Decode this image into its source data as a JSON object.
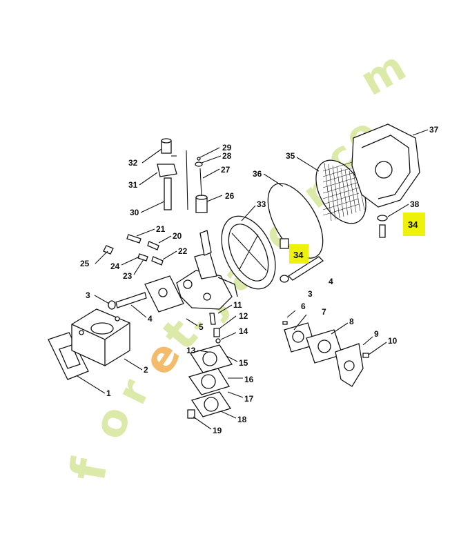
{
  "watermark": {
    "text_letters": [
      "f",
      "o",
      "r",
      "e",
      "t",
      "-",
      "j",
      "a",
      "r",
      "d",
      "i",
      "n",
      ".",
      "c",
      "o",
      "m"
    ],
    "color": "#d9e8a0",
    "accent_color": "#f2b45a"
  },
  "highlight_color": "#eef20a",
  "highlights": [
    "34",
    "34"
  ],
  "parts": [
    "1",
    "2",
    "3",
    "4",
    "5",
    "6",
    "7",
    "8",
    "9",
    "10",
    "11",
    "12",
    "13",
    "14",
    "15",
    "16",
    "17",
    "18",
    "19",
    "20",
    "21",
    "22",
    "23",
    "24",
    "25",
    "26",
    "27",
    "28",
    "29",
    "30",
    "31",
    "32",
    "33",
    "35",
    "36",
    "37",
    "38",
    "3",
    "4"
  ]
}
